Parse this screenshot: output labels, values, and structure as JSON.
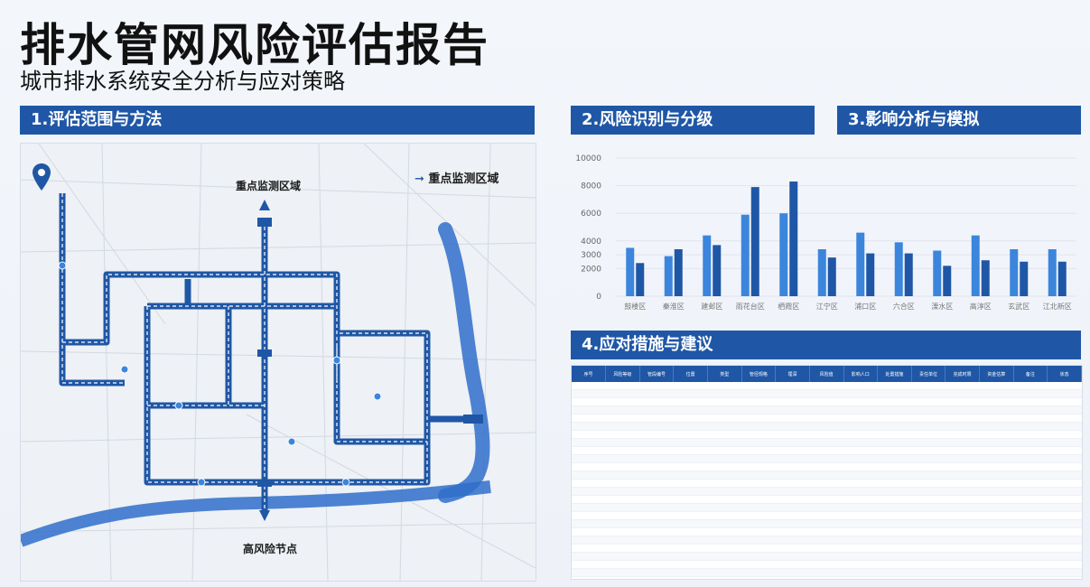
{
  "header": {
    "title": "排水管网风险评估报告",
    "subtitle": "城市排水系统安全分析与应对策略"
  },
  "sections": {
    "s1": "1.评估范围与方法",
    "s2": "2.风险识别与分级",
    "s3": "3.影响分析与模拟",
    "s4": "4.应对措施与建议"
  },
  "map": {
    "label_top": "重点监测区域",
    "legend_label": "重点监测区域",
    "label_bottom": "高风险节点",
    "pin_icon": "location-pin-icon",
    "colors": {
      "pipe": "#1f57a6",
      "river": "#2f6fca",
      "bg": "#eef1f5"
    }
  },
  "chart_data": {
    "type": "bar",
    "categories": [
      "鼓楼区",
      "秦淮区",
      "建邺区",
      "雨花台区",
      "栖霞区",
      "江宁区",
      "浦口区",
      "六合区",
      "溧水区",
      "高淳区",
      "玄武区",
      "江北新区"
    ],
    "series": [
      {
        "values": [
          3500,
          2900,
          4400,
          5900,
          6000,
          3400,
          4600,
          3900,
          3300,
          4400,
          3400,
          3400
        ]
      },
      {
        "values": [
          2400,
          3400,
          3700,
          7900,
          8300,
          2800,
          3100,
          3100,
          2200,
          2600,
          2500,
          2500
        ]
      }
    ],
    "ylim": [
      0,
      10000
    ],
    "yticks": [
      0,
      2000,
      3000,
      4000,
      6000,
      8000,
      10000
    ],
    "colors": [
      "#3b86dc",
      "#1f57a6"
    ],
    "grid": true
  },
  "table": {
    "columns": [
      "序号",
      "风险等级",
      "管段编号",
      "位置",
      "类型",
      "管径规格",
      "埋深",
      "风险值",
      "影响人口",
      "处置措施",
      "责任单位",
      "完成时限",
      "资金估算",
      "备注",
      "状态"
    ],
    "row_count": 25
  }
}
